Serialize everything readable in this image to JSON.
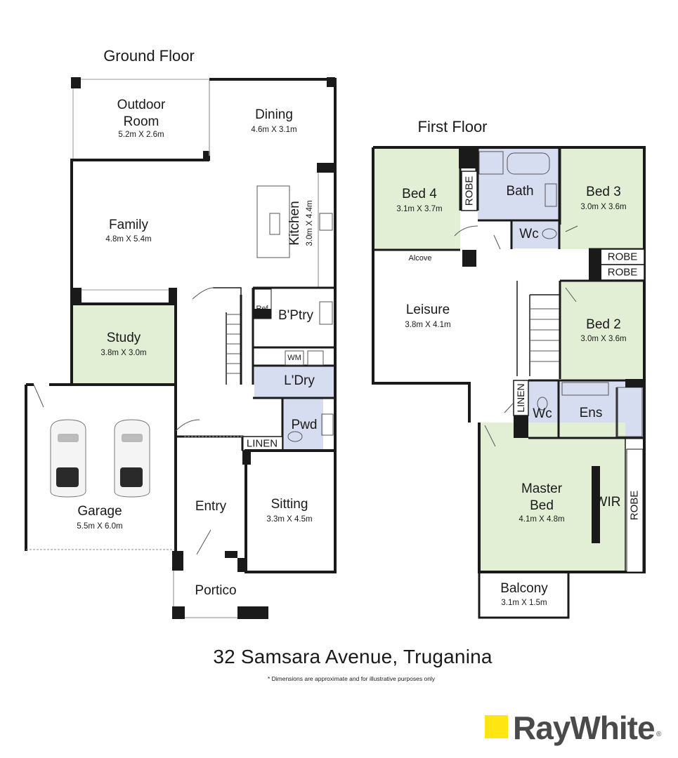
{
  "titles": {
    "ground_floor": "Ground Floor",
    "first_floor": "First Floor"
  },
  "ground_floor": {
    "outdoor_room": {
      "line1": "Outdoor",
      "line2": "Room",
      "dim": "5.2m X 2.6m"
    },
    "dining": {
      "name": "Dining",
      "dim": "4.6m X 3.1m"
    },
    "family": {
      "name": "Family",
      "dim": "4.8m X 5.4m"
    },
    "kitchen": {
      "name": "Kitchen",
      "dim": "3.0m X 4.4m"
    },
    "study": {
      "name": "Study",
      "dim": "3.8m X 3.0m"
    },
    "bptry": {
      "name": "B'Ptry",
      "ref": "Ref"
    },
    "ldry": {
      "name": "L'Dry",
      "wm": "WM"
    },
    "pwd": {
      "name": "Pwd"
    },
    "linen": {
      "name": "LINEN"
    },
    "garage": {
      "name": "Garage",
      "dim": "5.5m X 6.0m"
    },
    "entry": {
      "name": "Entry"
    },
    "sitting": {
      "name": "Sitting",
      "dim": "3.3m X 4.5m"
    },
    "portico": {
      "name": "Portico"
    }
  },
  "first_floor": {
    "bed4": {
      "name": "Bed 4",
      "dim": "3.1m X 3.7m"
    },
    "robe_bed4": "ROBE",
    "bath": {
      "name": "Bath"
    },
    "wc_upper": {
      "name": "Wc"
    },
    "bed3": {
      "name": "Bed 3",
      "dim": "3.0m X 3.6m"
    },
    "robe1": "ROBE",
    "robe2": "ROBE",
    "alcove": "Alcove",
    "leisure": {
      "name": "Leisure",
      "dim": "3.8m X 4.1m"
    },
    "bed2": {
      "name": "Bed 2",
      "dim": "3.0m X 3.6m"
    },
    "linen": "LINEN",
    "wc_ens": {
      "name": "Wc"
    },
    "ens": {
      "name": "Ens"
    },
    "master": {
      "line1": "Master",
      "line2": "Bed",
      "dim": "4.1m X 4.8m"
    },
    "wir": "WIR",
    "robe_master": "ROBE",
    "balcony": {
      "name": "Balcony",
      "dim": "3.1m X 1.5m"
    }
  },
  "address": "32 Samsara Avenue, Truganina",
  "disclaimer": "* Dimensions are approximate and for illustrative purposes only",
  "brand": {
    "name": "RayWhite",
    "reg": "®",
    "accent": "#ffe512",
    "text_color": "#4a4a4a"
  },
  "colors": {
    "wall": "#1a1a1a",
    "bedroom_fill": "#e3efd5",
    "wet_area_fill": "#d7ddf1",
    "floor_fill": "#ffffff"
  }
}
